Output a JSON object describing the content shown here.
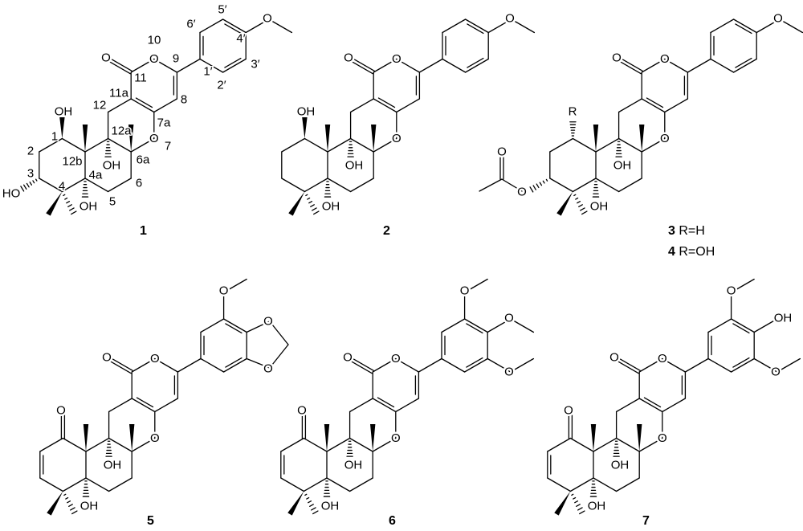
{
  "figure": {
    "compounds": [
      {
        "id": "1",
        "caption": {
          "number": "1",
          "suffix": ""
        },
        "labels": {
          "carbonyl_O": "O",
          "lactone_O": "O",
          "pyran_O": "O",
          "OH_12a": "OH",
          "OH_4a": "OH",
          "OH_1": "OH",
          "OH_3": "HO",
          "OMe_4p": "O"
        },
        "numbering": [
          "1",
          "2",
          "3",
          "4",
          "4a",
          "5",
          "6",
          "6a",
          "7",
          "7a",
          "8",
          "9",
          "10",
          "11",
          "11a",
          "12",
          "12a",
          "12b",
          "1′",
          "2′",
          "3′",
          "4′",
          "5′",
          "6′"
        ]
      },
      {
        "id": "2",
        "caption": {
          "number": "2",
          "suffix": ""
        },
        "labels": {
          "carbonyl_O": "O",
          "lactone_O": "O",
          "pyran_O": "O",
          "OH_12a": "OH",
          "OH_4a": "OH",
          "OH_1": "OH",
          "OMe_4p": "O"
        }
      },
      {
        "id": "3-4",
        "caption": {
          "number": "3",
          "suffix": "R=H",
          "number2": "4",
          "suffix2": "R=OH"
        },
        "labels": {
          "carbonyl_O": "O",
          "lactone_O": "O",
          "pyran_O": "O",
          "OH_12a": "OH",
          "OH_4a": "OH",
          "R_1": "R",
          "OAc_O": "O",
          "OAc_carbonyl_O": "O",
          "OMe_4p": "O"
        }
      },
      {
        "id": "5",
        "caption": {
          "number": "5",
          "suffix": ""
        },
        "labels": {
          "carbonyl_O": "O",
          "lactone_O": "O",
          "pyran_O": "O",
          "OH_12a": "OH",
          "OH_4a": "OH",
          "ketone_O": "O",
          "OMe_5p": "O",
          "dioxole_O1": "O",
          "dioxole_O2": "O"
        }
      },
      {
        "id": "6",
        "caption": {
          "number": "6",
          "suffix": ""
        },
        "labels": {
          "carbonyl_O": "O",
          "lactone_O": "O",
          "pyran_O": "O",
          "OH_12a": "OH",
          "OH_4a": "OH",
          "ketone_O": "O",
          "OMe_5p": "O",
          "OMe_4p": "O",
          "OMe_3p": "O"
        }
      },
      {
        "id": "7",
        "caption": {
          "number": "7",
          "suffix": ""
        },
        "labels": {
          "carbonyl_O": "O",
          "lactone_O": "O",
          "pyran_O": "O",
          "OH_12a": "OH",
          "OH_4a": "OH",
          "ketone_O": "O",
          "OMe_5p": "O",
          "OH_4p": "OH",
          "OMe_3p": "O"
        }
      }
    ]
  }
}
